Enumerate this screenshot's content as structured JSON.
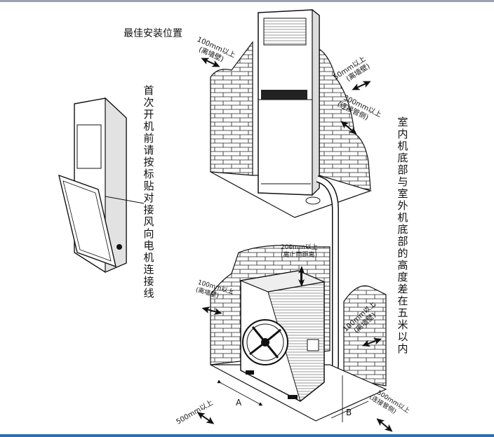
{
  "title": "最佳安装位置",
  "labels": {
    "indoor_top_left": {
      "dist": "100mm以上",
      "note": "(离墙壁)"
    },
    "indoor_top_right": {
      "dist": "50mm以上",
      "note": "(离墙壁)"
    },
    "indoor_side_right": {
      "dist": "300mm以上",
      "note": "(连接管侧)"
    },
    "outdoor_top": {
      "dist": "200mm以上",
      "note": "(离上面距离)"
    },
    "outdoor_left": {
      "dist": "100mm以上",
      "note": "(离墙壁)"
    },
    "outdoor_right": {
      "dist": "100mm以上",
      "note": "(离墙壁)"
    },
    "outdoor_front": {
      "dist": "500mm以上"
    },
    "outdoor_pipe_side": {
      "dist": "500mm以上",
      "note": "(连接管侧)"
    },
    "dim_a": "A",
    "dim_b": "B"
  },
  "vertical_notes": {
    "connect_wires": "首次开机前请按标贴对接风向电机连接线",
    "height_note": "室内机底部与室外机底部的高度差在五米以内"
  }
}
